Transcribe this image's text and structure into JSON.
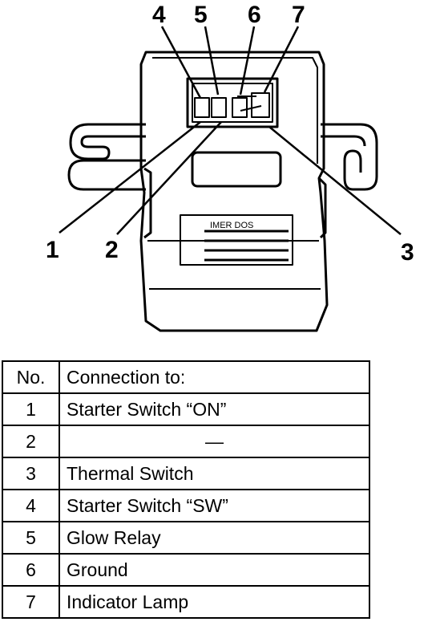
{
  "diagram": {
    "top_labels": [
      "4",
      "5",
      "6",
      "7"
    ],
    "side_labels": [
      "1",
      "2",
      "3"
    ],
    "sticker_text": "IMER DOS"
  },
  "table": {
    "headers": [
      "No.",
      "Connection to:"
    ],
    "rows": [
      {
        "no": "1",
        "conn": "Starter Switch “ON”"
      },
      {
        "no": "2",
        "conn": "—"
      },
      {
        "no": "3",
        "conn": "Thermal Switch"
      },
      {
        "no": "4",
        "conn": "Starter Switch “SW”"
      },
      {
        "no": "5",
        "conn": "Glow Relay"
      },
      {
        "no": "6",
        "conn": "Ground"
      },
      {
        "no": "7",
        "conn": "Indicator Lamp"
      }
    ]
  }
}
